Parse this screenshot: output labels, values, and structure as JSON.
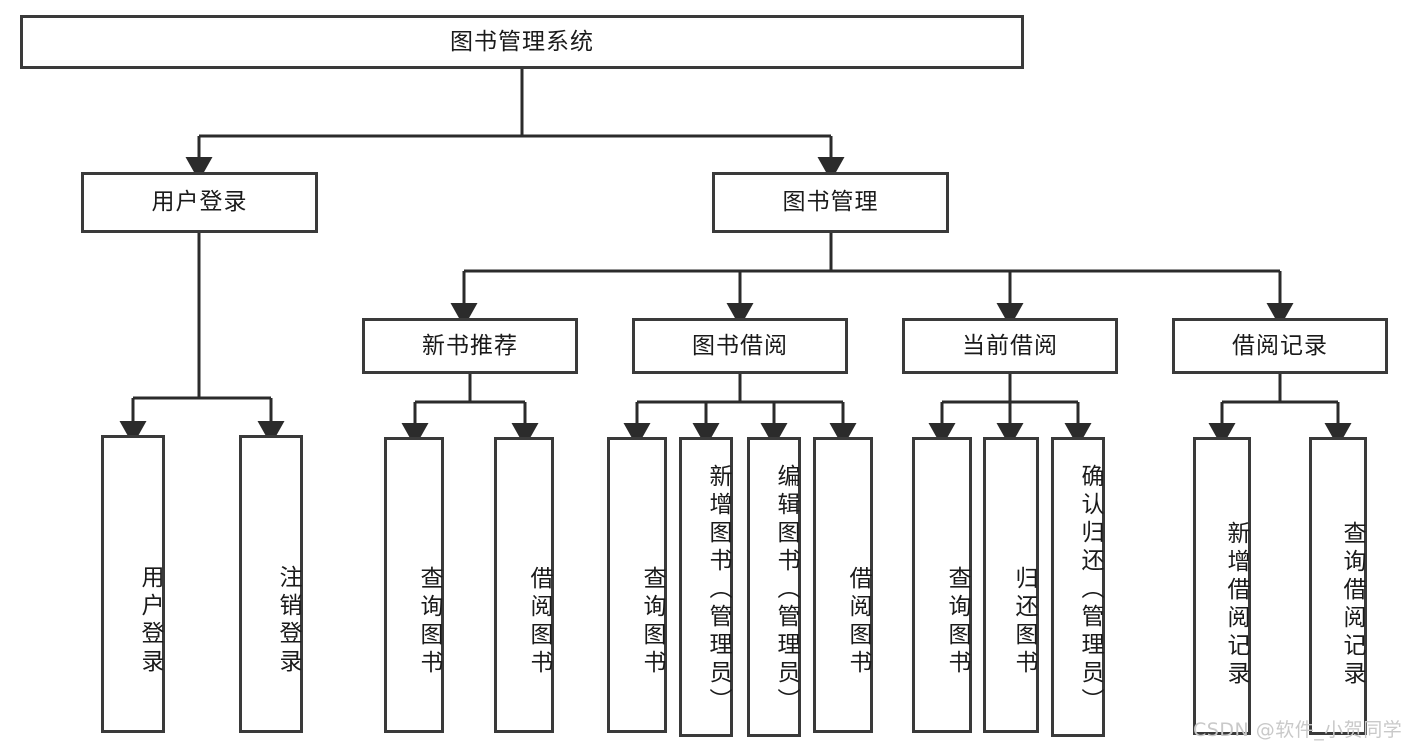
{
  "diagram": {
    "type": "tree-hierarchy-diagram",
    "title": "图书管理系统",
    "watermark": "CSDN @软件_小贺同学",
    "colors": {
      "box_border": "#3a3a3a",
      "box_fill": "#ffffff",
      "connector": "#2b2b2b",
      "text": "#1a1a1a",
      "watermark": "#c9c9c9"
    },
    "levels": {
      "root": {
        "label": "图书管理系统",
        "orientation": "horizontal"
      },
      "level1": [
        {
          "label": "用户登录",
          "orientation": "horizontal"
        },
        {
          "label": "图书管理",
          "orientation": "horizontal"
        }
      ],
      "level2": [
        {
          "label": "新书推荐",
          "orientation": "horizontal",
          "parent": "图书管理"
        },
        {
          "label": "图书借阅",
          "orientation": "horizontal",
          "parent": "图书管理"
        },
        {
          "label": "当前借阅",
          "orientation": "horizontal",
          "parent": "图书管理"
        },
        {
          "label": "借阅记录",
          "orientation": "horizontal",
          "parent": "图书管理"
        }
      ],
      "leaves": [
        {
          "label": "用户登录",
          "orientation": "vertical",
          "parent": "用户登录"
        },
        {
          "label": "注销登录",
          "orientation": "vertical",
          "parent": "用户登录"
        },
        {
          "label": "查询图书",
          "orientation": "vertical",
          "parent": "新书推荐"
        },
        {
          "label": "借阅图书",
          "orientation": "vertical",
          "parent": "新书推荐"
        },
        {
          "label": "查询图书",
          "orientation": "vertical",
          "parent": "图书借阅"
        },
        {
          "label": "新增图书（管理员）",
          "orientation": "vertical",
          "parent": "图书借阅"
        },
        {
          "label": "编辑图书（管理员）",
          "orientation": "vertical",
          "parent": "图书借阅"
        },
        {
          "label": "借阅图书",
          "orientation": "vertical",
          "parent": "图书借阅"
        },
        {
          "label": "查询图书",
          "orientation": "vertical",
          "parent": "当前借阅"
        },
        {
          "label": "归还图书",
          "orientation": "vertical",
          "parent": "当前借阅"
        },
        {
          "label": "确认归还（管理员）",
          "orientation": "vertical",
          "parent": "当前借阅"
        },
        {
          "label": "新增借阅记录",
          "orientation": "vertical",
          "parent": "借阅记录"
        },
        {
          "label": "查询借阅记录",
          "orientation": "vertical",
          "parent": "借阅记录"
        }
      ]
    }
  }
}
